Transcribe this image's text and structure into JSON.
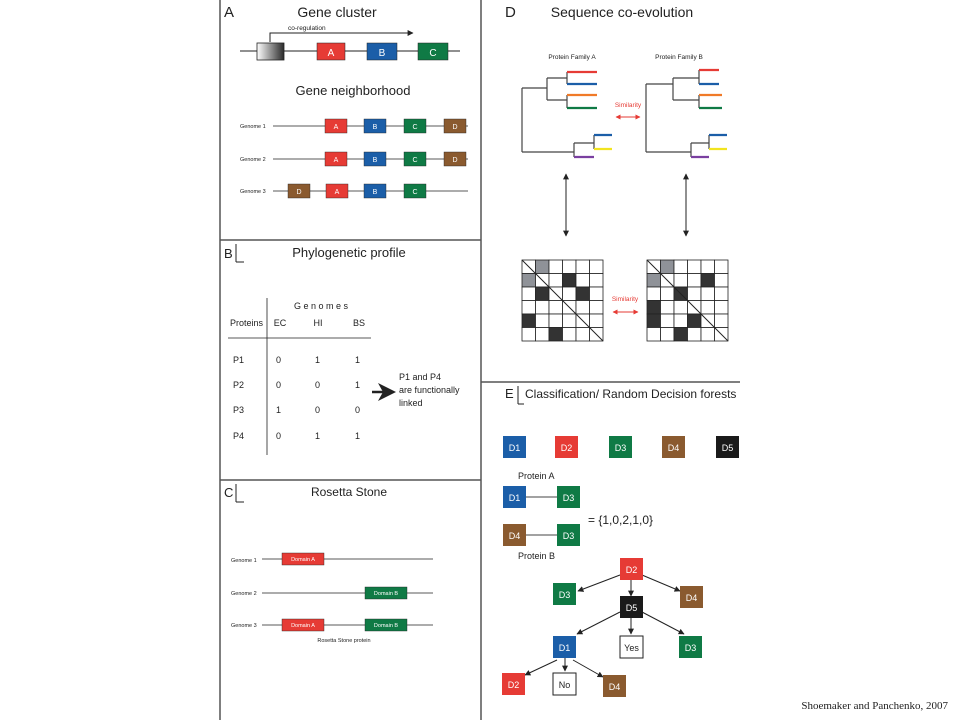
{
  "colors": {
    "red": "#e63b35",
    "blue": "#1b5ea8",
    "green": "#0f7a45",
    "brown": "#8a5a2f",
    "black": "#1a1a1a",
    "orange": "#f07a28",
    "purple": "#7a3fa0",
    "yellow": "#f2e41f",
    "gray": "#8f9298",
    "dark": "#333333",
    "similarity": "#e63b35"
  },
  "panelA": {
    "letter": "A",
    "title": "Gene cluster",
    "coregulation": "co-regulation",
    "genes": [
      "A",
      "B",
      "C"
    ],
    "neighborhood_title": "Gene neighborhood",
    "genomes": [
      {
        "label": "Genome 1",
        "genes": [
          "A",
          "B",
          "C",
          "D"
        ]
      },
      {
        "label": "Genome 2",
        "genes": [
          "A",
          "B",
          "C",
          "D"
        ]
      },
      {
        "label": "Genome 3",
        "genes": [
          "D",
          "A",
          "B",
          "C"
        ]
      }
    ]
  },
  "panelB": {
    "letter": "B",
    "title": "Phylogenetic profile",
    "genomes_header": "G e n o m e s",
    "proteins_header": "Proteins",
    "columns": [
      "EC",
      "HI",
      "BS"
    ],
    "rows": [
      {
        "name": "P1",
        "values": [
          "0",
          "1",
          "1"
        ]
      },
      {
        "name": "P2",
        "values": [
          "0",
          "0",
          "1"
        ]
      },
      {
        "name": "P3",
        "values": [
          "1",
          "0",
          "0"
        ]
      },
      {
        "name": "P4",
        "values": [
          "0",
          "1",
          "1"
        ]
      }
    ],
    "conclusion": [
      "P1 and P4",
      "are functionally",
      "linked"
    ]
  },
  "panelC": {
    "letter": "C",
    "title": "Rosetta Stone",
    "genomes": [
      {
        "label": "Genome 1",
        "domains": [
          "Domain A"
        ]
      },
      {
        "label": "Genome 2",
        "domains": [
          "Domain B"
        ]
      },
      {
        "label": "Genome 3",
        "domains": [
          "Domain A",
          "Domain B"
        ]
      }
    ],
    "rosetta_label": "Rosetta Stone protein"
  },
  "panelD": {
    "letter": "D",
    "title": "Sequence co-evolution",
    "family_a": "Protein Family A",
    "family_b": "Protein Family B",
    "similarity": "Similarity"
  },
  "panelE": {
    "letter": "E",
    "title": "Classification/ Random Decision forests",
    "domains": [
      "D1",
      "D2",
      "D3",
      "D4",
      "D5"
    ],
    "protein_a": "Protein A",
    "protein_b": "Protein B",
    "vector": "= {1,0,2,1,0}",
    "tree": {
      "root": "D2",
      "left": "D3",
      "right": "D4",
      "mid": "D5",
      "d1": "D1",
      "yes": "Yes",
      "d3b": "D3",
      "d2b": "D2",
      "no": "No",
      "d4b": "D4"
    }
  },
  "credit": "Shoemaker and Panchenko, 2007"
}
